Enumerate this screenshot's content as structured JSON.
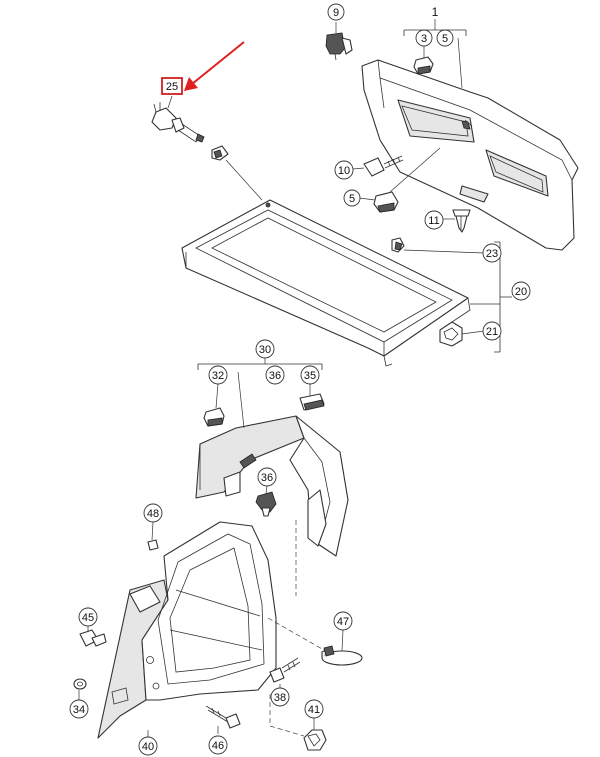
{
  "callouts": {
    "c1": "1",
    "c3": "3",
    "c5a": "5",
    "c5b": "5",
    "c9": "9",
    "c10": "10",
    "c11": "11",
    "c20": "20",
    "c21": "21",
    "c23": "23",
    "c25": "25",
    "c30": "30",
    "c32": "32",
    "c34": "34",
    "c35": "35",
    "c36a": "36",
    "c36b": "36",
    "c38": "38",
    "c40": "40",
    "c41": "41",
    "c45": "45",
    "c46": "46",
    "c47": "47",
    "c48": "48"
  },
  "colors": {
    "highlight": "#d32020",
    "arrow": "#e02020",
    "line": "#333333"
  }
}
